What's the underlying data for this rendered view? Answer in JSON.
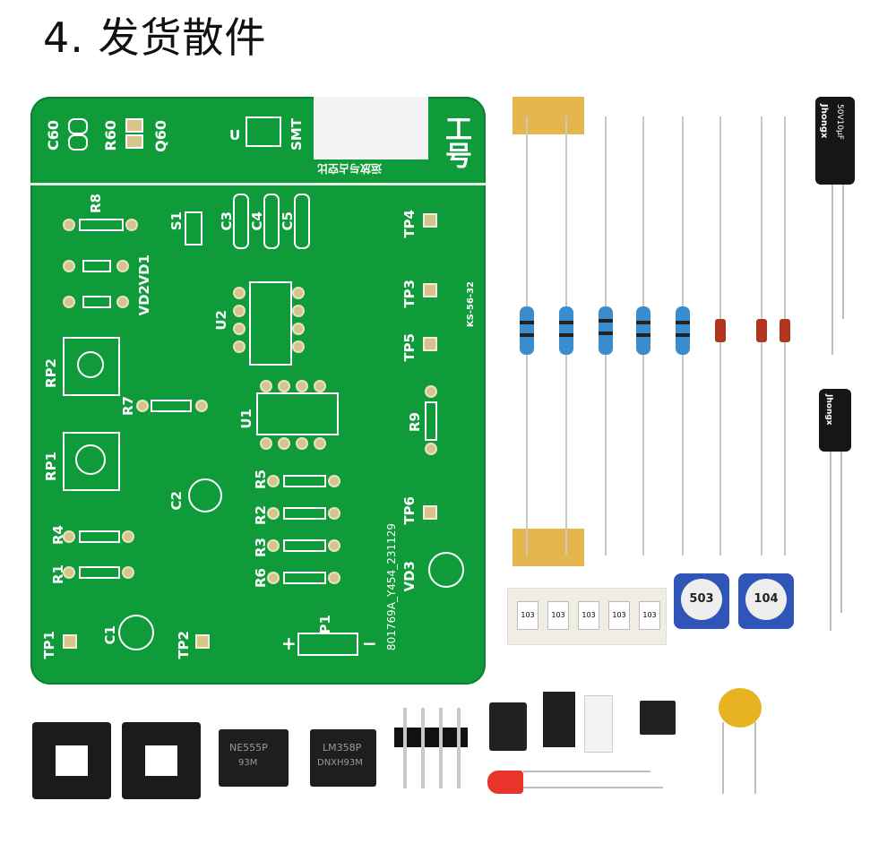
{
  "title": "4. 发货散件",
  "pcb": {
    "labels": {
      "c60": "C60",
      "r60": "R60",
      "q60": "Q60",
      "u": "U",
      "smt": "SMT",
      "stamp_text": "运放与占空比",
      "hao": "工号",
      "r8": "R8",
      "s1": "S1",
      "c3": "C3",
      "c4": "C4",
      "c5": "C5",
      "tp4": "TP4",
      "tp3": "TP3",
      "tp5": "TP5",
      "tp6": "TP6",
      "tp1": "TP1",
      "tp2": "TP2",
      "vd1": "VD1",
      "vd2": "VD2",
      "vd3": "VD3",
      "u1": "U1",
      "u2": "U2",
      "rp1": "RP1",
      "rp2": "RP2",
      "r1": "R1",
      "r2": "R2",
      "r3": "R3",
      "r4": "R4",
      "r5": "R5",
      "r6": "R6",
      "r7": "R7",
      "r9": "R9",
      "c1": "C1",
      "c2": "C2",
      "p1": "P1",
      "plus": "+",
      "minus": "−",
      "board_id": "801769A_Y454_231129",
      "ks": "KS-56-32"
    }
  },
  "parts": {
    "cap_brand": "Jhongx",
    "cap_rating": "50V10µF",
    "pot1_code": "503",
    "pot2_code": "104",
    "smd_code": "103",
    "ic1_text": "NE555P",
    "ic1_sub": "93M",
    "ic2_text": "LM358P",
    "ic2_sub": "DNXH93M"
  },
  "colors": {
    "pcb_green": "#0f9b3a",
    "silk": "#ffffff",
    "pad": "#d6c48a"
  }
}
